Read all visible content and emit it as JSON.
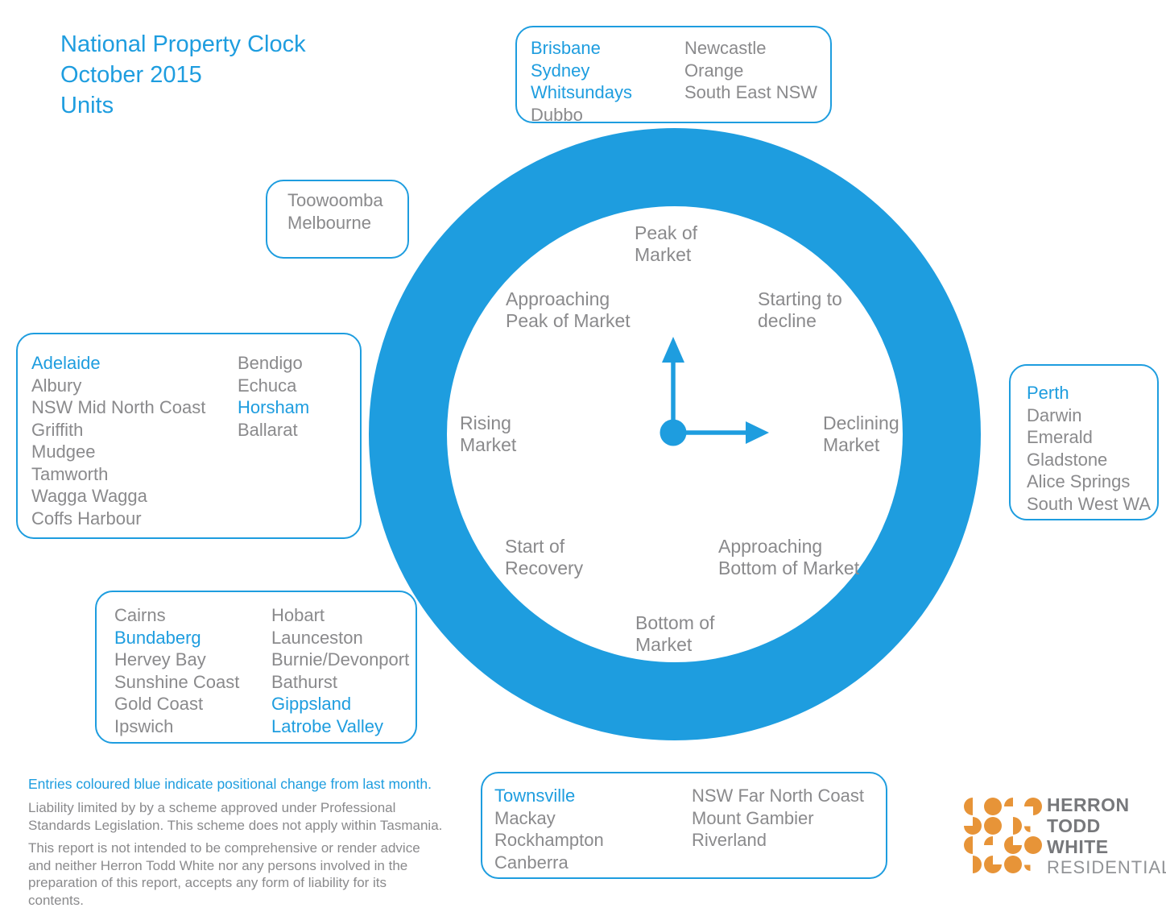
{
  "title": {
    "text": "National Property Clock\nOctober 2015\nUnits"
  },
  "colors": {
    "accent_blue": "#1E9DDF",
    "gray_text": "#8A8A8C",
    "logo_orange": "#E79438",
    "logo_dark_gray": "#77787B",
    "logo_light_gray": "#919396"
  },
  "clock": {
    "phases": {
      "peak": "Peak of\nMarket",
      "starting_to_decline": "Starting to\ndecline",
      "declining": "Declining\nMarket",
      "approaching_bottom": "Approaching\nBottom of Market",
      "bottom": "Bottom of\nMarket",
      "start_of_recovery": "Start of\nRecovery",
      "rising": "Rising\nMarket",
      "approaching_peak": "Approaching\nPeak of Market"
    }
  },
  "boxes": {
    "peak": {
      "col1": [
        {
          "label": "Brisbane",
          "changed": true
        },
        {
          "label": "Sydney",
          "changed": true
        },
        {
          "label": "Whitsundays",
          "changed": true
        },
        {
          "label": "Dubbo",
          "changed": false
        }
      ],
      "col2": [
        {
          "label": "Newcastle",
          "changed": false
        },
        {
          "label": "Orange",
          "changed": false
        },
        {
          "label": "South East NSW",
          "changed": false
        }
      ]
    },
    "approaching_peak": {
      "col1": [
        {
          "label": "Toowoomba",
          "changed": false
        },
        {
          "label": "Melbourne",
          "changed": false
        }
      ]
    },
    "rising": {
      "col1": [
        {
          "label": "Adelaide",
          "changed": true
        },
        {
          "label": "Albury",
          "changed": false
        },
        {
          "label": "NSW Mid North Coast",
          "changed": false
        },
        {
          "label": "Griffith",
          "changed": false
        },
        {
          "label": "Mudgee",
          "changed": false
        },
        {
          "label": "Tamworth",
          "changed": false
        },
        {
          "label": "Wagga Wagga",
          "changed": false
        },
        {
          "label": "Coffs Harbour",
          "changed": false
        }
      ],
      "col2": [
        {
          "label": "Bendigo",
          "changed": false
        },
        {
          "label": "Echuca",
          "changed": false
        },
        {
          "label": "Horsham",
          "changed": true
        },
        {
          "label": "Ballarat",
          "changed": false
        }
      ]
    },
    "start_of_recovery": {
      "col1": [
        {
          "label": "Cairns",
          "changed": false
        },
        {
          "label": "Bundaberg",
          "changed": true
        },
        {
          "label": "Hervey Bay",
          "changed": false
        },
        {
          "label": "Sunshine Coast",
          "changed": false
        },
        {
          "label": "Gold Coast",
          "changed": false
        },
        {
          "label": "Ipswich",
          "changed": false
        }
      ],
      "col2": [
        {
          "label": "Hobart",
          "changed": false
        },
        {
          "label": "Launceston",
          "changed": false
        },
        {
          "label": "Burnie/Devonport",
          "changed": false
        },
        {
          "label": "Bathurst",
          "changed": false
        },
        {
          "label": "Gippsland",
          "changed": true
        },
        {
          "label": "Latrobe Valley",
          "changed": true
        }
      ]
    },
    "bottom": {
      "col1": [
        {
          "label": "Townsville",
          "changed": true
        },
        {
          "label": "Mackay",
          "changed": false
        },
        {
          "label": "Rockhampton",
          "changed": false
        },
        {
          "label": "Canberra",
          "changed": false
        }
      ],
      "col2": [
        {
          "label": "NSW Far North Coast",
          "changed": false
        },
        {
          "label": "Mount Gambier",
          "changed": false
        },
        {
          "label": "Riverland",
          "changed": false
        }
      ]
    },
    "declining": {
      "col1": [
        {
          "label": "Perth",
          "changed": true
        },
        {
          "label": "Darwin",
          "changed": false
        },
        {
          "label": "Emerald",
          "changed": false
        },
        {
          "label": "Gladstone",
          "changed": false
        },
        {
          "label": "Alice Springs",
          "changed": false
        },
        {
          "label": "South West WA",
          "changed": false
        }
      ]
    }
  },
  "footer": {
    "note": "Entries coloured blue indicate positional change from last month.",
    "liability": "Liability limited by by a scheme approved under Professional\nStandards Legislation. This scheme does not apply within Tasmania.",
    "disclaimer": "This report is not intended to be comprehensive or render advice\nand neither Herron Todd White nor any persons involved in the\npreparation of this report, accepts any form of liability for its\ncontents."
  },
  "logo": {
    "lines": [
      "HERRON",
      "TODD",
      "WHITE",
      "RESIDENTIAL"
    ],
    "grid": [
      [
        "half-l",
        "circle",
        "quarter-tl",
        "pac-bl"
      ],
      [
        "pac-tl",
        "circle",
        "half-r",
        "quarter-bl-sm"
      ],
      [
        "half-l",
        "quarter-tl",
        "pac-tr",
        "circle"
      ],
      [
        "half-r",
        "pac-tr",
        "circle",
        "quarter-bl-sm"
      ]
    ]
  }
}
